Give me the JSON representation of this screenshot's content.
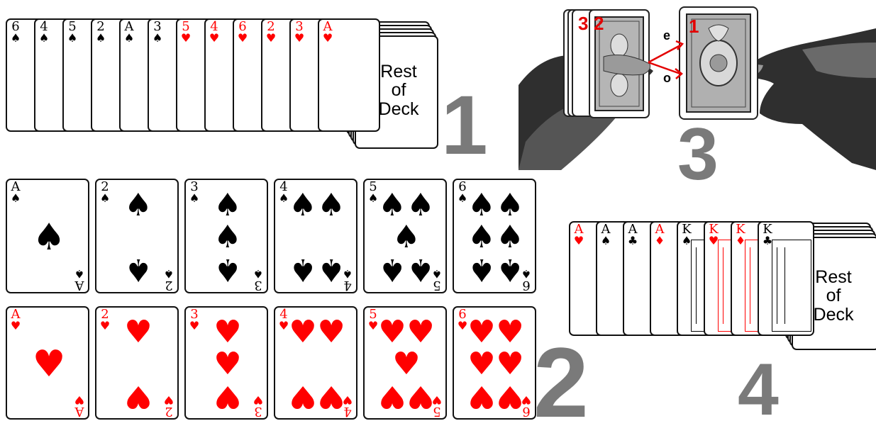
{
  "panel1": {
    "cards": [
      {
        "rank": "6",
        "suit": "spade",
        "color": "black"
      },
      {
        "rank": "4",
        "suit": "spade",
        "color": "black"
      },
      {
        "rank": "5",
        "suit": "spade",
        "color": "black"
      },
      {
        "rank": "2",
        "suit": "spade",
        "color": "black"
      },
      {
        "rank": "A",
        "suit": "spade",
        "color": "black"
      },
      {
        "rank": "3",
        "suit": "spade",
        "color": "black"
      },
      {
        "rank": "5",
        "suit": "heart",
        "color": "red"
      },
      {
        "rank": "4",
        "suit": "heart",
        "color": "red"
      },
      {
        "rank": "6",
        "suit": "heart",
        "color": "red"
      },
      {
        "rank": "2",
        "suit": "heart",
        "color": "red"
      },
      {
        "rank": "3",
        "suit": "heart",
        "color": "red"
      },
      {
        "rank": "A",
        "suit": "heart",
        "color": "red"
      }
    ],
    "deck_label_lines": [
      "Rest",
      "of",
      "Deck"
    ],
    "step_number": "1"
  },
  "panel2": {
    "spades_row": [
      {
        "rank": "A",
        "suit": "spade",
        "color": "black"
      },
      {
        "rank": "2",
        "suit": "spade",
        "color": "black"
      },
      {
        "rank": "3",
        "suit": "spade",
        "color": "black"
      },
      {
        "rank": "4",
        "suit": "spade",
        "color": "black"
      },
      {
        "rank": "5",
        "suit": "spade",
        "color": "black"
      },
      {
        "rank": "6",
        "suit": "spade",
        "color": "black"
      }
    ],
    "hearts_row": [
      {
        "rank": "A",
        "suit": "heart",
        "color": "red"
      },
      {
        "rank": "2",
        "suit": "heart",
        "color": "red"
      },
      {
        "rank": "3",
        "suit": "heart",
        "color": "red"
      },
      {
        "rank": "4",
        "suit": "heart",
        "color": "red"
      },
      {
        "rank": "5",
        "suit": "heart",
        "color": "red"
      },
      {
        "rank": "6",
        "suit": "heart",
        "color": "red"
      }
    ],
    "step_number": "2"
  },
  "panel3": {
    "left_labels": [
      "3",
      "2"
    ],
    "right_label": "1",
    "arrow_top_label": "e",
    "arrow_bottom_label": "o",
    "step_number": "3"
  },
  "panel4": {
    "cards": [
      {
        "rank": "A",
        "suit": "heart",
        "color": "red"
      },
      {
        "rank": "A",
        "suit": "spade",
        "color": "black"
      },
      {
        "rank": "A",
        "suit": "club",
        "color": "black"
      },
      {
        "rank": "A",
        "suit": "diamond",
        "color": "red"
      },
      {
        "rank": "K",
        "suit": "spade",
        "color": "black"
      },
      {
        "rank": "K",
        "suit": "heart",
        "color": "red"
      },
      {
        "rank": "K",
        "suit": "diamond",
        "color": "red"
      },
      {
        "rank": "K",
        "suit": "club",
        "color": "black"
      }
    ],
    "deck_label_lines": [
      "Rest",
      "of",
      "Deck"
    ],
    "step_number": "4"
  },
  "colors": {
    "red": "#ff0000",
    "black": "#000000",
    "step_gray": "#7a7a7a",
    "photo_dark": "#2a2a2a"
  }
}
